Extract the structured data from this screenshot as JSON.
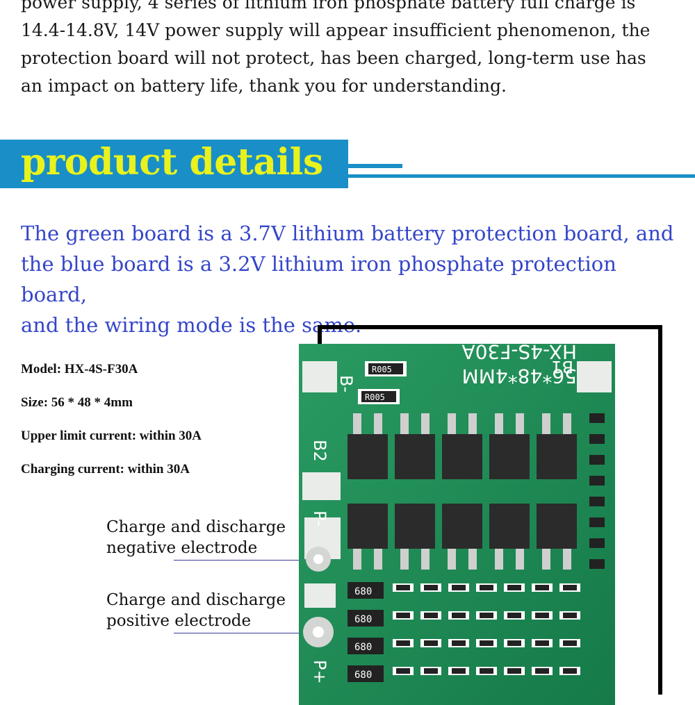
{
  "intro": {
    "lines": [
      "power supply, 4 series of lithium iron phosphate battery full charge is",
      "14.4-14.8V, 14V power supply will appear insufficient phenomenon, the",
      "protection board will not protect, has been charged, long-term use has",
      "an impact on battery life, thank you for understanding."
    ]
  },
  "section": {
    "title": "product details",
    "colors": {
      "banner": "#1a8fc7",
      "title": "#e9f21d"
    }
  },
  "description": {
    "lines": [
      "The green board is a 3.7V lithium battery protection board, and",
      "the blue board is a 3.2V lithium iron phosphate protection board,",
      "and the wiring mode is the same."
    ],
    "color": "#3445c9"
  },
  "specs": [
    "Model: HX-4S-F30A",
    "Size: 56 * 48 * 4mm",
    "Upper limit current: within 30A",
    "Charging current: within 30A"
  ],
  "callouts": {
    "negative": [
      "Charge and discharge",
      "negative electrode"
    ],
    "positive": [
      "Charge and discharge",
      "positive electrode"
    ]
  },
  "board": {
    "top_text": "56*48*4MM",
    "model_text": "HX-4S-F30A",
    "pads": [
      "B-",
      "B1",
      "B2",
      "P-",
      "P+"
    ],
    "resistors_top": [
      "R005",
      "R005"
    ],
    "resistors_side": [
      "680",
      "680",
      "680",
      "680"
    ],
    "color": "#1f8a55"
  }
}
